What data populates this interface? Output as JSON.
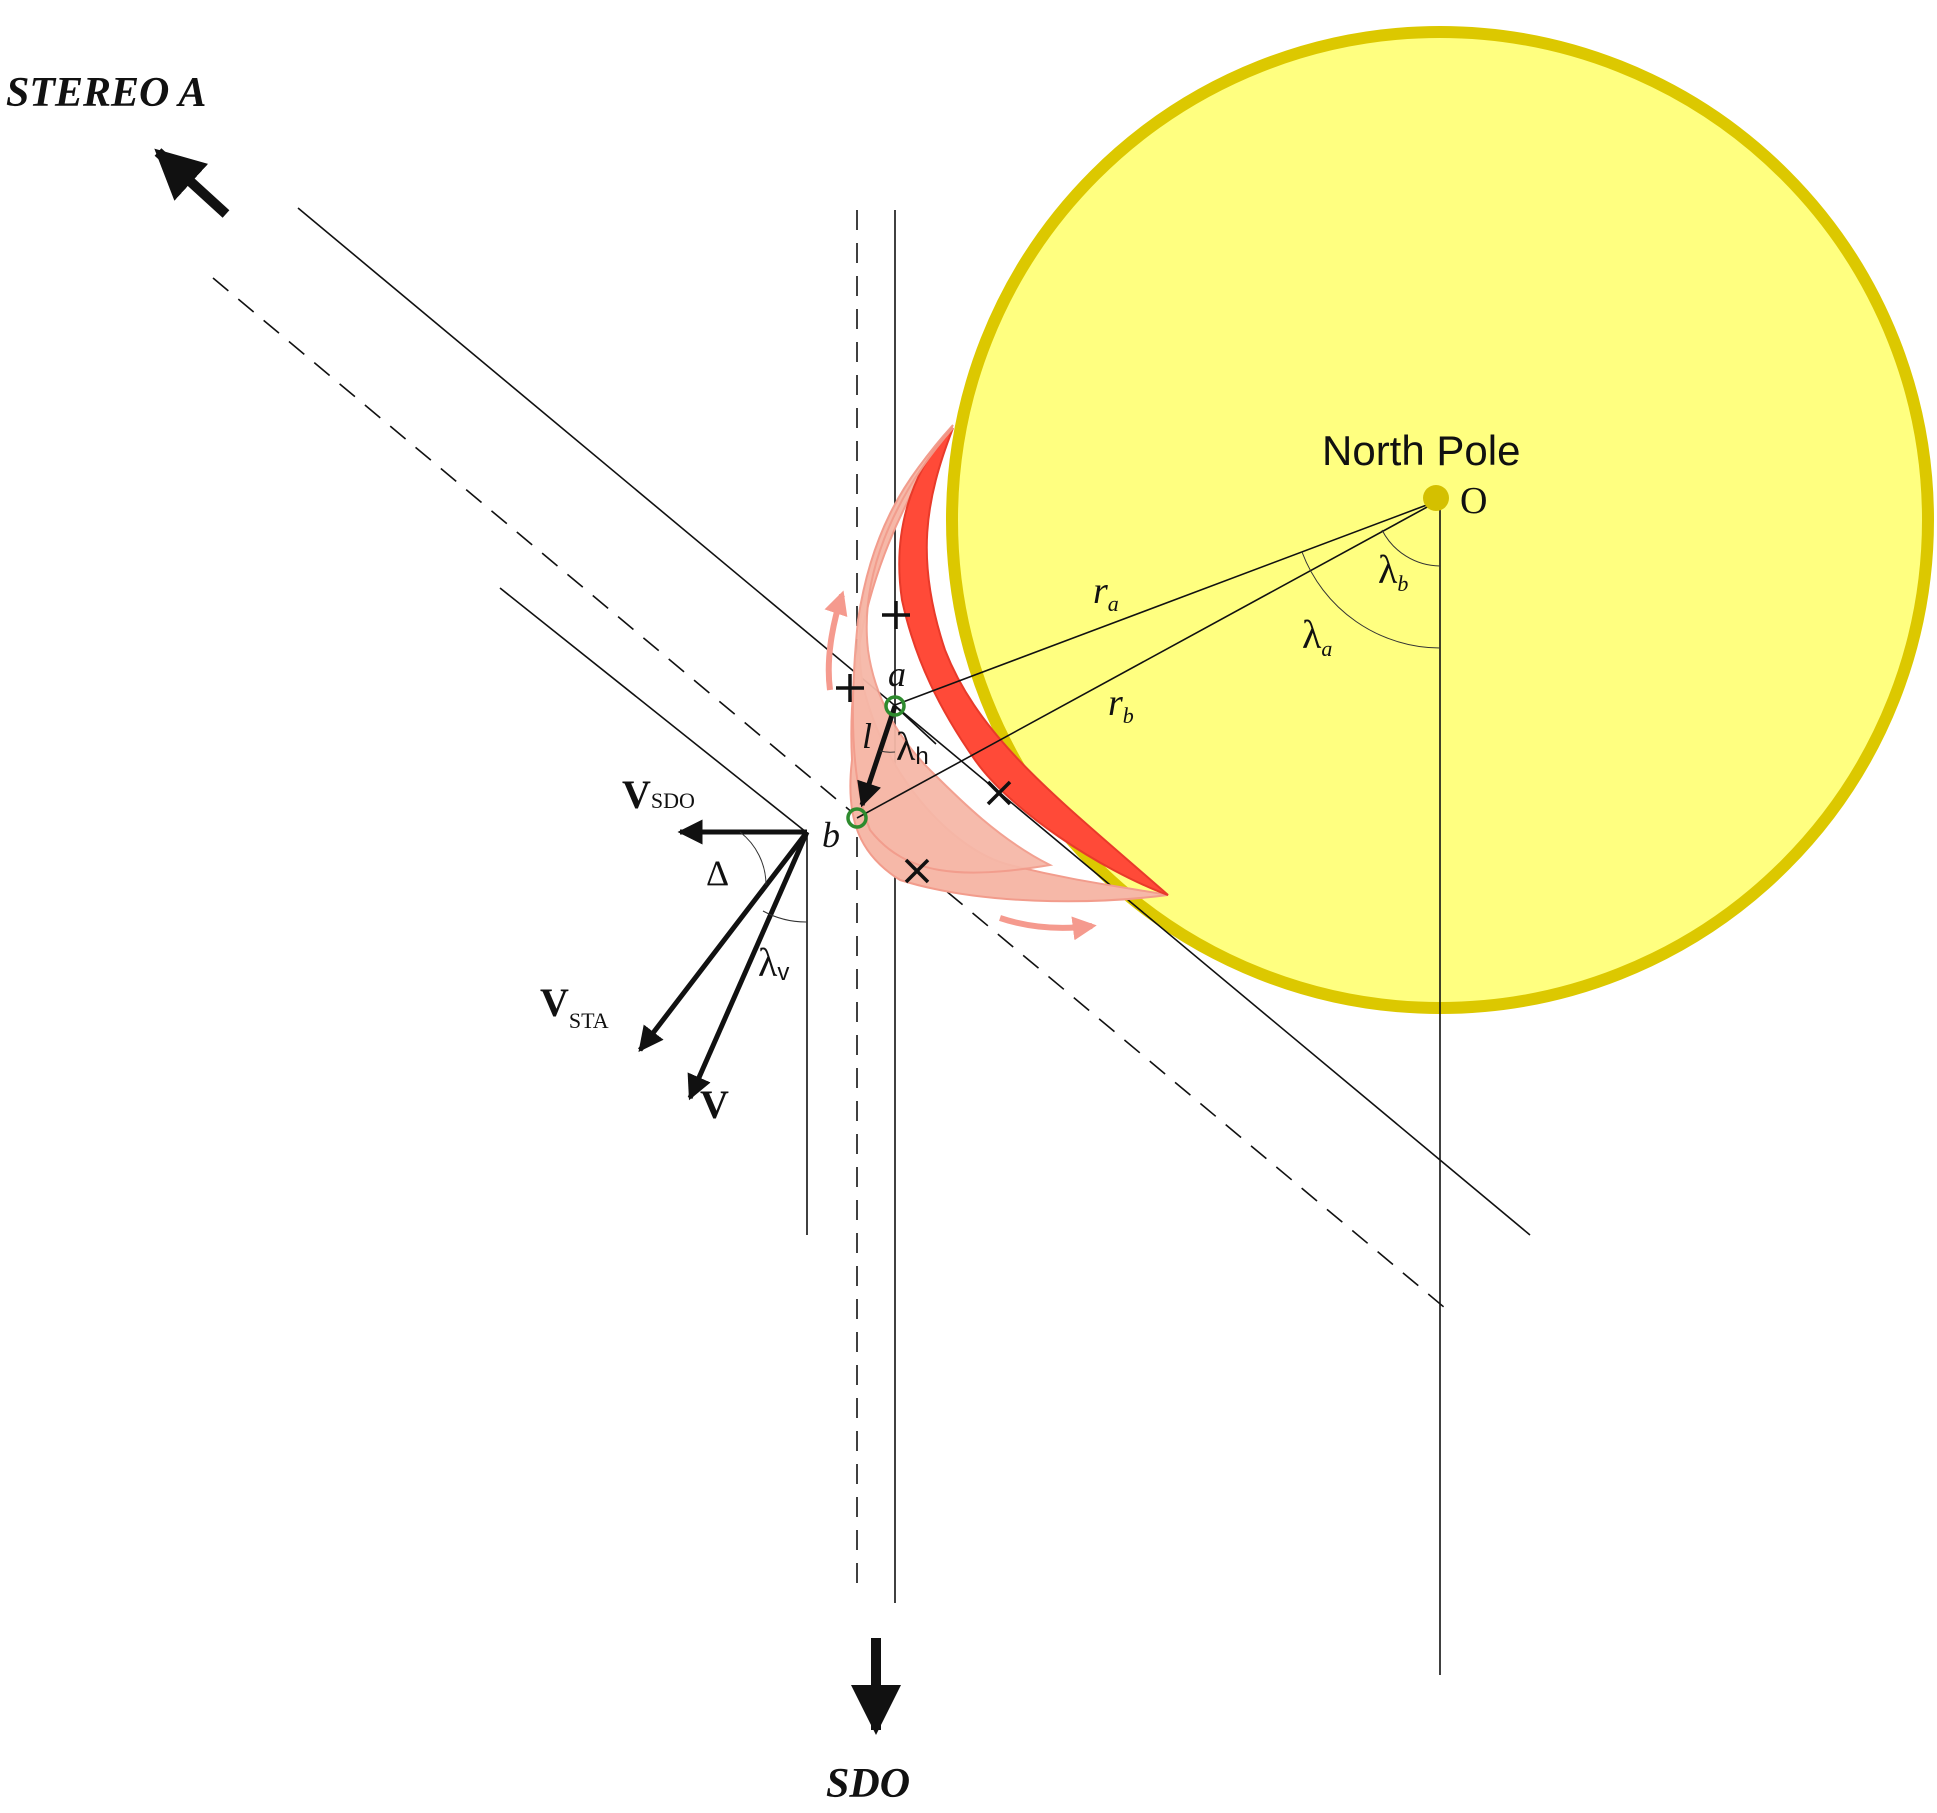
{
  "labels": {
    "stereo_a": "STEREO A",
    "sdo": "SDO",
    "north_pole": "North Pole",
    "origin": "O",
    "point_a": "a",
    "point_b": "b",
    "length": "l",
    "r_a": "r",
    "r_a_sub": "a",
    "r_b": "r",
    "r_b_sub": "b",
    "lambda": "λ",
    "lambda_a_sub": "a",
    "lambda_b_sub": "b",
    "lambda_h_sub": "h",
    "lambda_v_sub": "v",
    "delta": "Δ",
    "v": "V",
    "v_sdo_sub": "SDO",
    "v_sta_sub": "STA",
    "v_total": "V"
  },
  "colors": {
    "sun_fill": "#FFFF80",
    "sun_border": "#DCC800",
    "pole_dot": "#D4C000",
    "loop_dark": "#FF4A38",
    "loop_light": "#F6B8A8",
    "flow_arrow": "#F59A8E",
    "marker": "#2E8B2E"
  }
}
